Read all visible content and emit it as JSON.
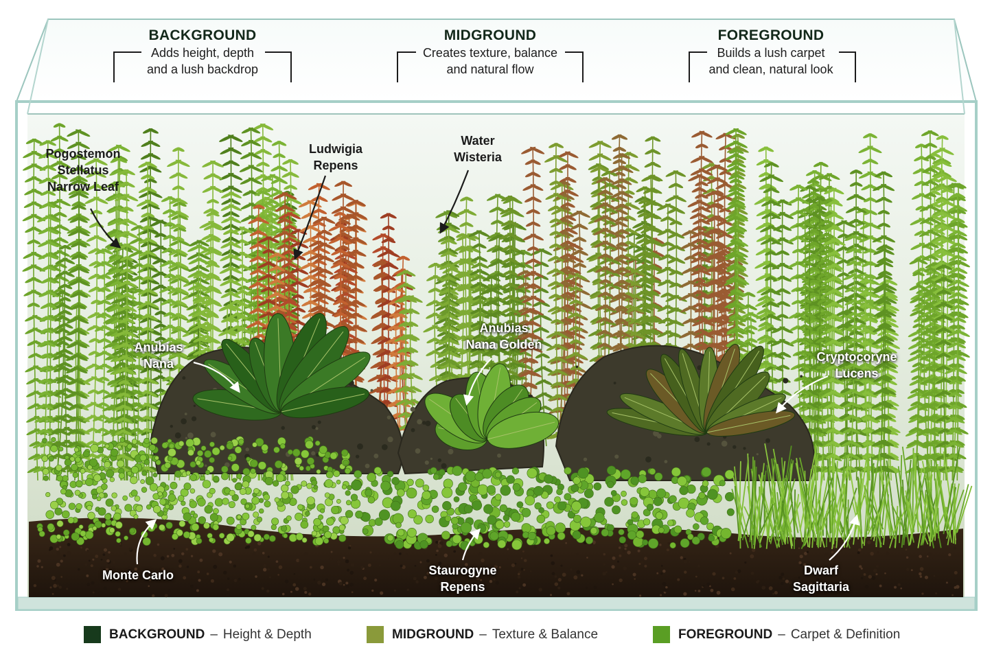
{
  "zones": [
    {
      "title": "BACKGROUND",
      "line1": "Adds height, depth",
      "line2": "and a lush backdrop"
    },
    {
      "title": "MIDGROUND",
      "line1": "Creates texture, balance",
      "line2": "and natural flow"
    },
    {
      "title": "FOREGROUND",
      "line1": "Builds a lush carpet",
      "line2": "and clean, natural look"
    }
  ],
  "plants": [
    {
      "lines": [
        "Pogostemon",
        "Stellatus",
        "Narrow Leaf"
      ]
    },
    {
      "lines": [
        "Ludwigia",
        "Repens"
      ]
    },
    {
      "lines": [
        "Water",
        "Wisteria"
      ]
    },
    {
      "lines": [
        "Anubias",
        "Nana"
      ]
    },
    {
      "lines": [
        "Anubias",
        "Nana Golden"
      ]
    },
    {
      "lines": [
        "Cryptocoryne",
        "Lucens"
      ]
    },
    {
      "lines": [
        "Monte Carlo"
      ]
    },
    {
      "lines": [
        "Staurogyne",
        "Repens"
      ]
    },
    {
      "lines": [
        "Dwarf",
        "Sagittaria"
      ]
    }
  ],
  "legend": [
    {
      "name": "BACKGROUND",
      "separator": "–",
      "desc": "Height & Depth",
      "color": "#173a1c"
    },
    {
      "name": "MIDGROUND",
      "separator": "–",
      "desc": "Texture & Balance",
      "color": "#8a9a3a"
    },
    {
      "name": "FOREGROUND",
      "separator": "–",
      "desc": "Carpet & Definition",
      "color": "#5a9e24"
    }
  ],
  "colors": {
    "substrate": "#2a1c12",
    "stem_green": "#5d8f23",
    "ludwigia_red": "#b34a2a",
    "rock": "#3d3a2c",
    "carpet": "#74b62f"
  }
}
